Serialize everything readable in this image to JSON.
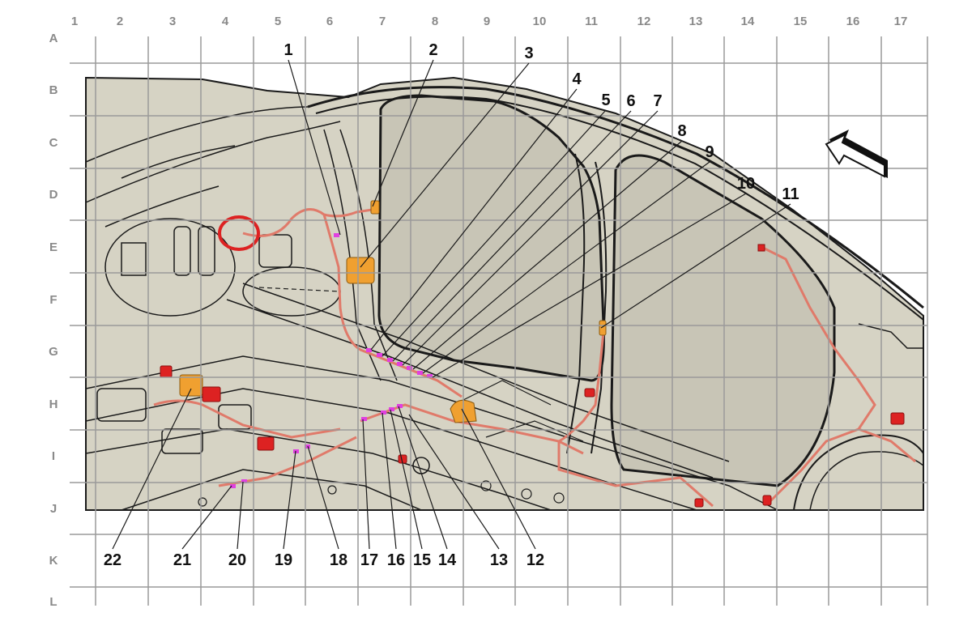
{
  "grid": {
    "columns": [
      "1",
      "2",
      "3",
      "4",
      "5",
      "6",
      "7",
      "8",
      "9",
      "10",
      "11",
      "12",
      "13",
      "14",
      "15",
      "16",
      "17"
    ],
    "rows": [
      "A",
      "B",
      "C",
      "D",
      "E",
      "F",
      "G",
      "H",
      "I",
      "J",
      "K",
      "L"
    ]
  },
  "callouts": {
    "top": [
      "1",
      "2",
      "3",
      "4",
      "5",
      "6",
      "7",
      "8",
      "9",
      "10",
      "11"
    ],
    "bottom": [
      "22",
      "21",
      "20",
      "19",
      "18",
      "17",
      "16",
      "15",
      "14",
      "13",
      "12"
    ]
  },
  "colors": {
    "background": "#d6d3c4",
    "harness": "#e07a6a",
    "connector": "#f0a030",
    "clip": "#e040e0",
    "component": "#dd2222",
    "grid": "#9a9a9a"
  },
  "icons": [
    "direction-arrow-icon"
  ]
}
